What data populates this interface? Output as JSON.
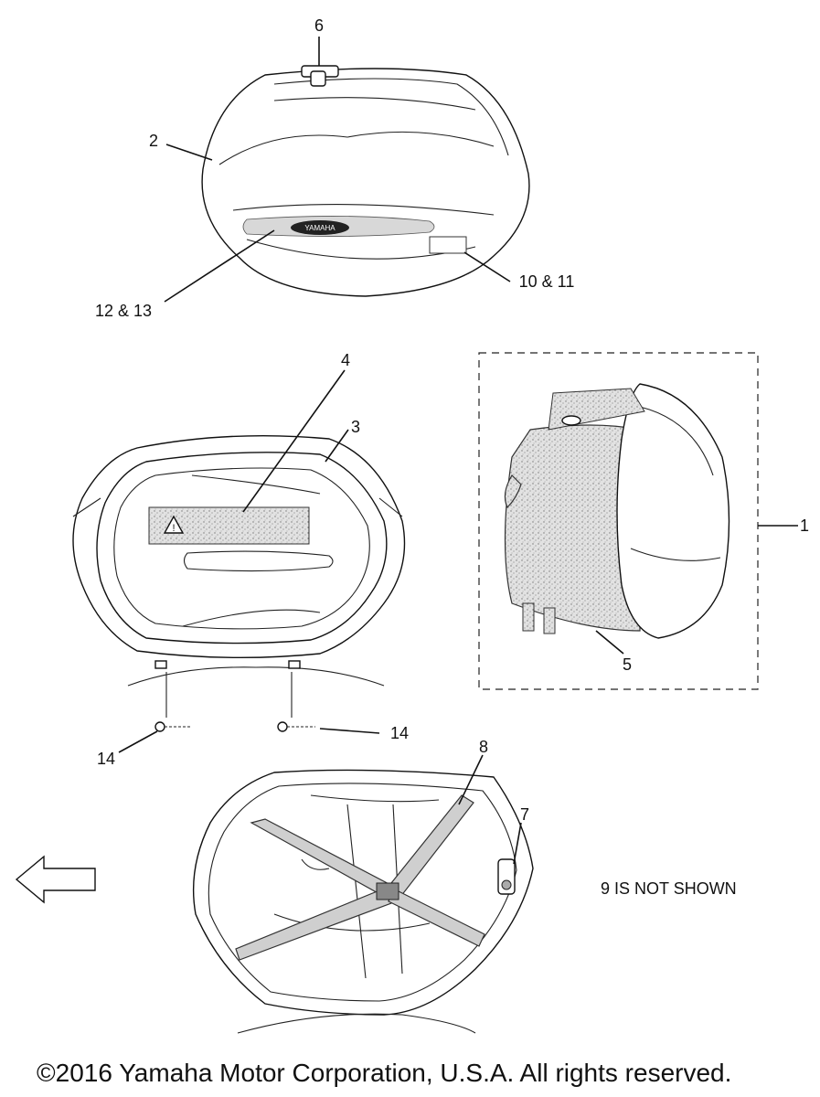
{
  "callouts": {
    "c1": "1",
    "c2": "2",
    "c3": "3",
    "c4": "4",
    "c5": "5",
    "c6": "6",
    "c7": "7",
    "c8": "8",
    "c10_11": "10 & 11",
    "c12_13": "12 & 13",
    "c14_left": "14",
    "c14_right": "14"
  },
  "emblem_text": "YAMAHA",
  "note": "9 IS NOT SHOWN",
  "copyright": "©2016 Yamaha Motor Corporation, U.S.A. All rights reserved."
}
